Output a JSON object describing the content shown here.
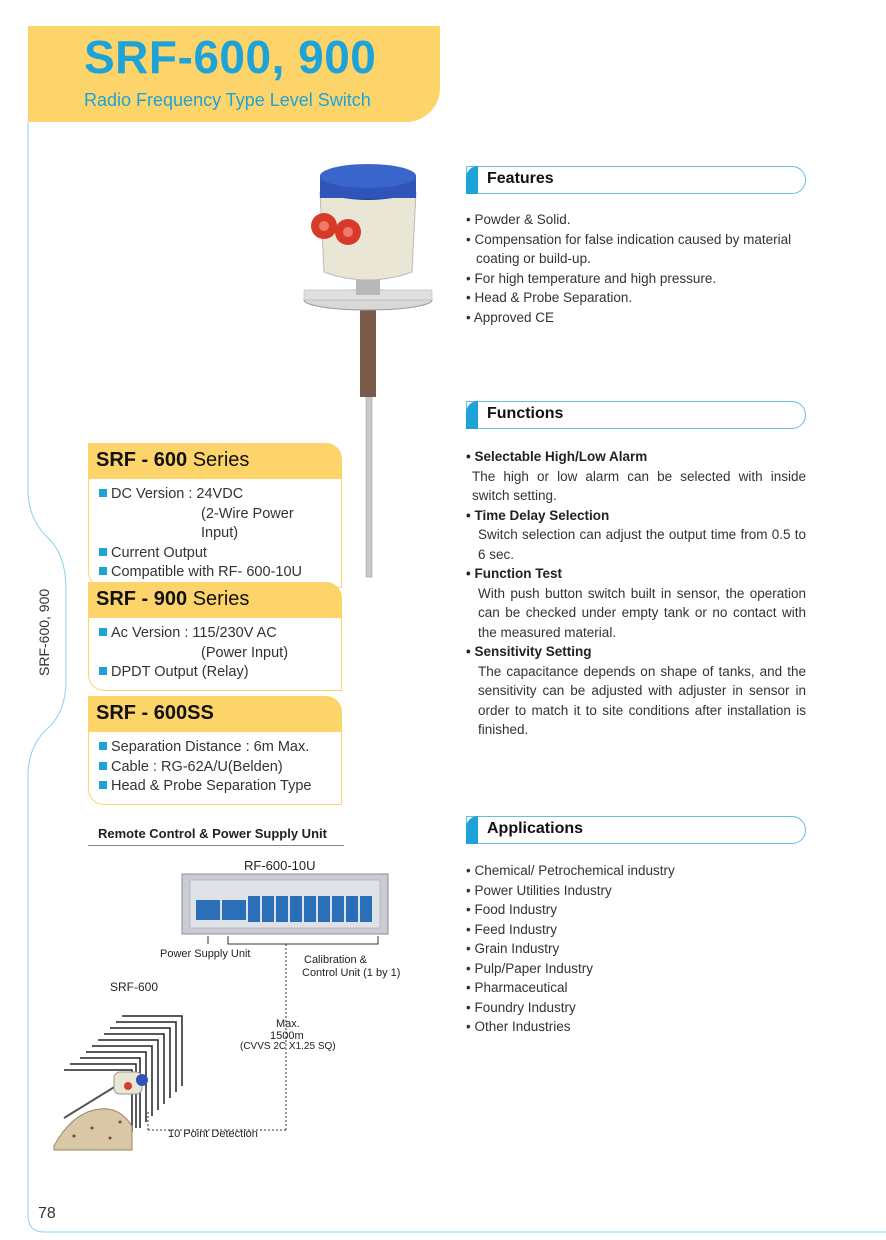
{
  "header": {
    "title": "SRF-600, 900",
    "subtitle": "Radio Frequency Type Level Switch"
  },
  "side_label": "SRF-600, 900",
  "page_number": "78",
  "series": [
    {
      "name_bold": "SRF - 600",
      "name_rest": " Series",
      "items": [
        "DC Version : 24VDC",
        "Current Output",
        "Compatible with RF- 600-10U"
      ],
      "item0_sub": "(2-Wire Power Input)"
    },
    {
      "name_bold": "SRF - 900",
      "name_rest": " Series",
      "items": [
        "Ac Version : 115/230V AC",
        "DPDT Output (Relay)"
      ],
      "item0_sub": "(Power Input)"
    },
    {
      "name_bold": "SRF - 600SS",
      "name_rest": "",
      "items": [
        "Separation Distance : 6m Max.",
        "Cable : RG-62A/U(Belden)",
        "Head & Probe Separation Type"
      ]
    }
  ],
  "features": {
    "heading": "Features",
    "items": [
      "• Powder & Solid.",
      "• Compensation for false indication caused by material",
      "coating or build-up.",
      "• For high temperature and high pressure.",
      "• Head & Probe Separation.",
      "• Approved CE"
    ]
  },
  "functions": {
    "heading": "Functions",
    "items": [
      {
        "title": "• Selectable High/Low Alarm",
        "body": "The high or low alarm can be selected with inside switch setting."
      },
      {
        "title": "• Time Delay Selection",
        "body": "Switch selection can adjust the output time from 0.5 to 6 sec."
      },
      {
        "title": "• Function Test",
        "body": "With push button switch built in sensor, the operation can be checked under empty tank or no contact with the measured material."
      },
      {
        "title": "• Sensitivity Setting",
        "body": "The capacitance depends on shape of tanks, and the sensitivity can be adjusted with adjuster in sensor in order to match it to site conditions after installation is finished."
      }
    ]
  },
  "applications": {
    "heading": "Applications",
    "items": [
      "• Chemical/ Petrochemical industry",
      "• Power Utilities Industry",
      "• Food Industry",
      "• Feed Industry",
      "• Grain Industry",
      "• Pulp/Paper Industry",
      "• Pharmaceutical",
      "• Foundry Industry",
      "• Other Industries"
    ]
  },
  "remote": {
    "title": "Remote Control & Power Supply Unit",
    "unit_label": "RF-600-10U",
    "power_supply": "Power Supply Unit",
    "calibration_1": "Calibration &",
    "calibration_2": "Control Unit (1 by 1)",
    "sensor_label": "SRF-600",
    "max_1": "Max.",
    "max_2": "1500m",
    "max_3": "(CVVS 2C X1.25 SQ)",
    "detection": "10 Point Detection"
  },
  "colors": {
    "accent_blue": "#1da3d8",
    "accent_yellow": "#fcd46a"
  }
}
